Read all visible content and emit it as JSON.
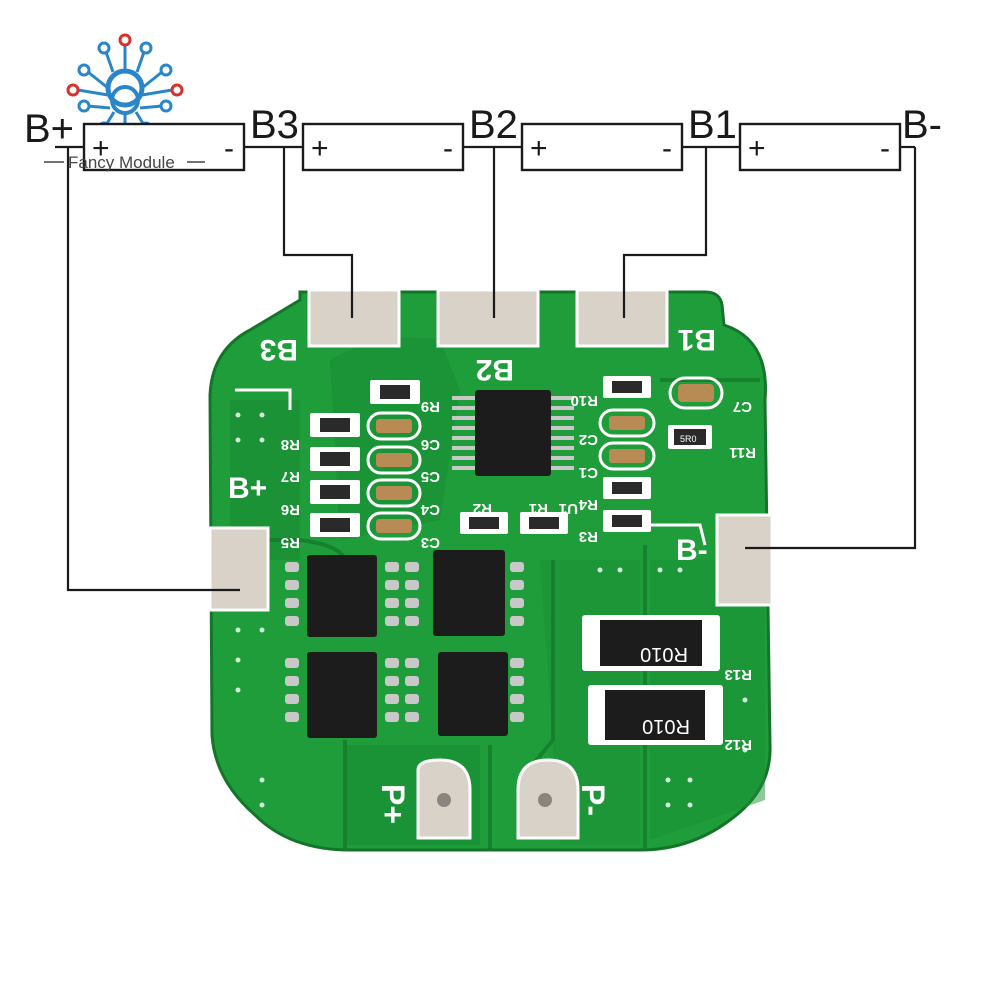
{
  "logo": {
    "text": "Fancy Module",
    "colors": {
      "blue": "#2a86c9",
      "red": "#d8302c"
    }
  },
  "diagram": {
    "nodes": {
      "b_plus": "B+",
      "b3": "B3",
      "b2": "B2",
      "b1": "B1",
      "b_minus": "B-"
    },
    "cell_positive": "+",
    "cell_negative": "-"
  },
  "board": {
    "color": "#1f9d3a",
    "pad_labels": {
      "b3": "B3",
      "b2": "B2",
      "b1": "B1",
      "b_plus": "B+",
      "b_minus": "B-",
      "p_plus": "P+",
      "p_minus": "P-"
    },
    "component_labels": {
      "r8": "R8",
      "r7": "R7",
      "r6": "R6",
      "r5": "R5",
      "r9": "R9",
      "c6": "C6",
      "c5": "C5",
      "c4": "C4",
      "c3": "C3",
      "r10": "R10",
      "c2": "C2",
      "c1": "C1",
      "r4": "R4",
      "r3": "R3",
      "r2": "R2",
      "r1": "R1",
      "u1": "U1",
      "c7": "C7",
      "r11": "R11",
      "r13": "R13",
      "r12": "R12"
    },
    "resistor_marking": "R010",
    "small_resistor_marking": "5R0"
  }
}
